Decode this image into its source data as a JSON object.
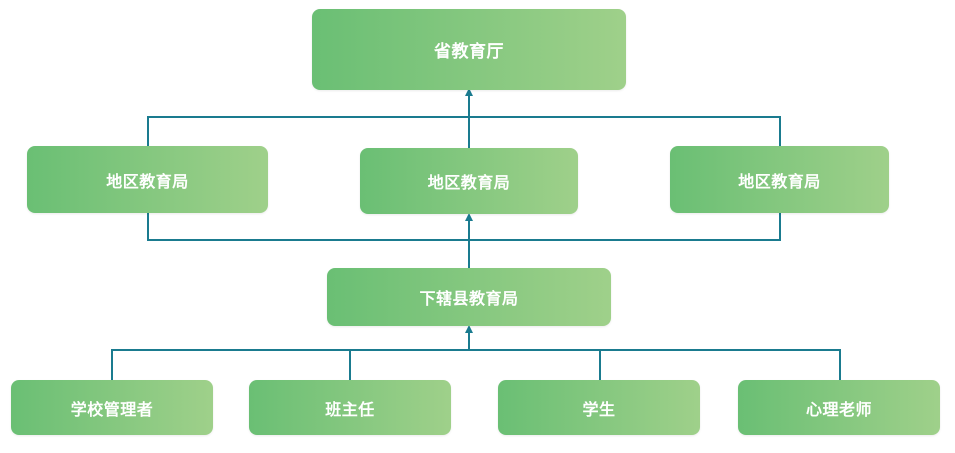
{
  "diagram": {
    "line_color": "#1a7b8f",
    "node_gradient": [
      "#6abf74",
      "#9fd08a"
    ],
    "text_color": "#ffffff",
    "nodes": {
      "province": "省教育厅",
      "regions": [
        "地区教育局",
        "地区教育局",
        "地区教育局"
      ],
      "county": "下辖县教育局",
      "roles": [
        "学校管理者",
        "班主任",
        "学生",
        "心理老师"
      ]
    }
  }
}
